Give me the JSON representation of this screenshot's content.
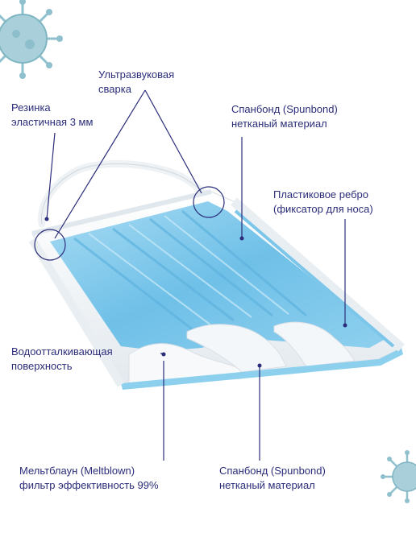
{
  "colors": {
    "text": "#2b2d7a",
    "leader_line": "#2b2d7a",
    "mask_blue": "#7cc6ea",
    "mask_white": "#f3f6f8",
    "virus": "#7fb5c3"
  },
  "labels": {
    "ultrasonic_welding": {
      "line1": "Ультразвуковая",
      "line2": "сварка"
    },
    "elastic_band": {
      "line1": "Резинка",
      "line2": "эластичная 3 мм"
    },
    "spunbond_top": {
      "line1": "Спанбонд (Spunbond)",
      "line2": "нетканый материал"
    },
    "plastic_rib": {
      "line1": "Пластиковое ребро",
      "line2": "(фиксатор для носа)"
    },
    "water_repellent": {
      "line1": "Водоотталкивающая",
      "line2": "поверхность"
    },
    "meltblown": {
      "line1": "Мельтблаун (Meltblown)",
      "line2": "фильтр эффективность 99%"
    },
    "spunbond_bottom": {
      "line1": "Спанбонд (Spunbond)",
      "line2": "нетканый материал"
    }
  },
  "icons": [
    "virus-icon",
    "virus-icon"
  ]
}
